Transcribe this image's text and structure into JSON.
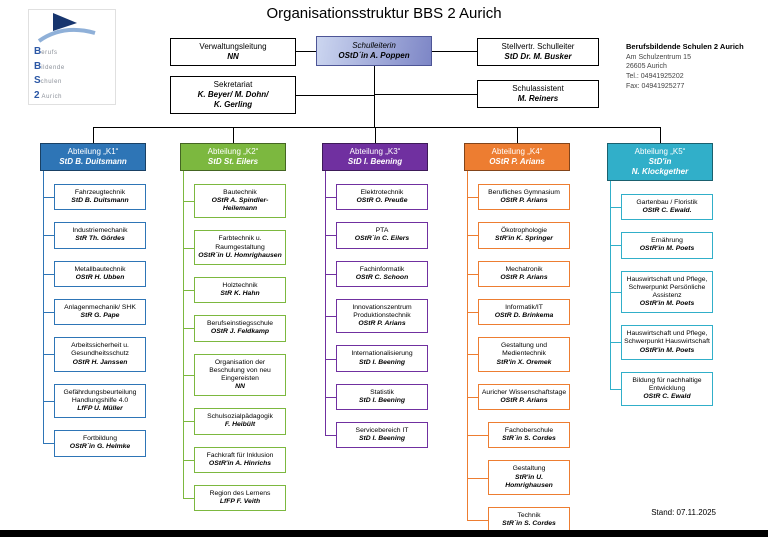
{
  "title": "Organisationsstruktur BBS 2 Aurich",
  "stand": "Stand: 07.11.2025",
  "logo": {
    "lines": [
      {
        "initial": "B",
        "rest": "erufs"
      },
      {
        "initial": "B",
        "rest": "ildende"
      },
      {
        "initial": "S",
        "rest": "chulen"
      },
      {
        "initial": "2",
        "rest": " Aurich"
      }
    ]
  },
  "contact": {
    "name": "Berufsbildende Schulen 2 Aurich",
    "street": "Am Schulzentrum 15",
    "city": "26605 Aurich",
    "tel": "Tel.: 04941925202",
    "fax": "Fax: 04941925277"
  },
  "top_boxes": {
    "verwaltungsleitung": {
      "title": "Verwaltungsleitung",
      "name": "NN"
    },
    "schulleiterin": {
      "title": "Schulleiterin",
      "name": "OStD´in A. Poppen"
    },
    "stellvertreter": {
      "title": "Stellvertr. Schulleiter",
      "name": "StD Dr. M. Busker"
    },
    "sekretariat": {
      "title": "Sekretariat",
      "name": "K. Beyer/ M. Dohn/\nK. Gerling"
    },
    "schulassistent": {
      "title": "Schulassistent",
      "name": "M. Reiners"
    }
  },
  "departments": [
    {
      "title": "Abteilung „K1“",
      "head": "StD B. Duitsmann",
      "color": "#2E75B6",
      "items": [
        {
          "title": "Fahrzeugtechnik",
          "name": "StD B. Duitsmann"
        },
        {
          "title": "Industriemechanik",
          "name": "StR Th. Gördes"
        },
        {
          "title": "Metallbautechnik",
          "name": "OStR H. Ubben"
        },
        {
          "title": "Anlagenmechanik/ SHK",
          "name": "StR G. Pape"
        },
        {
          "title": "Arbeitssicherheit u. Gesundheitsschutz",
          "name": "OStR H. Janssen"
        },
        {
          "title": "Gefährdungsbeurteilung Handlungshilfe 4.0",
          "name": "LfFP U. Müller"
        },
        {
          "title": "Fortbildung",
          "name": "OStR´in G. Helmke"
        }
      ]
    },
    {
      "title": "Abteilung „K2“",
      "head": "StD St. Eilers",
      "color": "#7CB83F",
      "items": [
        {
          "title": "Bautechnik",
          "name": "OStR A. Spindler-Heilemann"
        },
        {
          "title": "Farbtechnik u. Raumgestaltung",
          "name": "OStR´in U. Homrighausen"
        },
        {
          "title": "Holztechnik",
          "name": "StR K. Hahn"
        },
        {
          "title": "Berufseinstiegsschule",
          "name": "OStR J. Feldkamp"
        },
        {
          "title": "Organisation der Beschulung von neu Eingereisten",
          "name": "NN"
        },
        {
          "title": "Schulsozialpädagogik",
          "name": "F. Heibült"
        },
        {
          "title": "Fachkraft für Inklusion",
          "name": "OStR'in A. Hinrichs"
        },
        {
          "title": "Region des Lernens",
          "name": "LfFP F. Veith"
        }
      ]
    },
    {
      "title": "Abteilung „K3“",
      "head": "StD I. Beening",
      "color": "#7030A0",
      "items": [
        {
          "title": "Elektrotechnik",
          "name": "OStR O. Preuße"
        },
        {
          "title": "PTA",
          "name": "OStR´in C. Eilers"
        },
        {
          "title": "Fachinformatik",
          "name": "OStR C. Schoon"
        },
        {
          "title": "Innovationszentrum Produktionstechnik",
          "name": "OStR P. Arians"
        },
        {
          "title": "Internationalisierung",
          "name": "StD I. Beening"
        },
        {
          "title": "Statistik",
          "name": "StD I. Beening"
        },
        {
          "title": "Servicebereich IT",
          "name": "StD I. Beening"
        }
      ]
    },
    {
      "title": "Abteilung „K4“",
      "head": "OStR P. Arians",
      "color": "#ED7D31",
      "items": [
        {
          "title": "Berufliches Gymnasium",
          "name": "OStR P. Arians"
        },
        {
          "title": "Ökotrophologie",
          "name": "StR'in K. Springer"
        },
        {
          "title": "Mechatronik",
          "name": "OStR P. Arians"
        },
        {
          "title": "Informatik/IT",
          "name": "OStR D. Brinkema"
        },
        {
          "title": "Gestaltung und Medientechnik",
          "name": "StR'in X. Oremek"
        },
        {
          "title": "Auricher Wissenschaftstage",
          "name": "OStR P. Arians"
        },
        {
          "title": "Fachoberschule",
          "name": "StR´in S. Cordes",
          "indent": true
        },
        {
          "title": "Gestaltung",
          "name": "StR'in U. Homrighausen",
          "indent": true
        },
        {
          "title": "Technik",
          "name": "StR´in S. Cordes",
          "indent": true
        }
      ]
    },
    {
      "title": "Abteilung „K5“",
      "head": "StD'in\nN. Klockgether",
      "color": "#31AFC9",
      "items": [
        {
          "title": "Gartenbau / Floristik",
          "name": "OStR C. Ewald."
        },
        {
          "title": "Ernährung",
          "name": "OStR'in M. Poets"
        },
        {
          "title": "Hauswirtschaft und Pflege, Schwerpunkt Persönliche Assistenz",
          "name": "OStR'in M. Poets"
        },
        {
          "title": "Hauswirtschaft und Pflege, Schwerpunkt Hauswirtschaft",
          "name": "OStR'in M. Poets"
        },
        {
          "title": "Bildung für nachhaltige Entwicklung",
          "name": "OStR C. Ewald"
        }
      ]
    }
  ]
}
